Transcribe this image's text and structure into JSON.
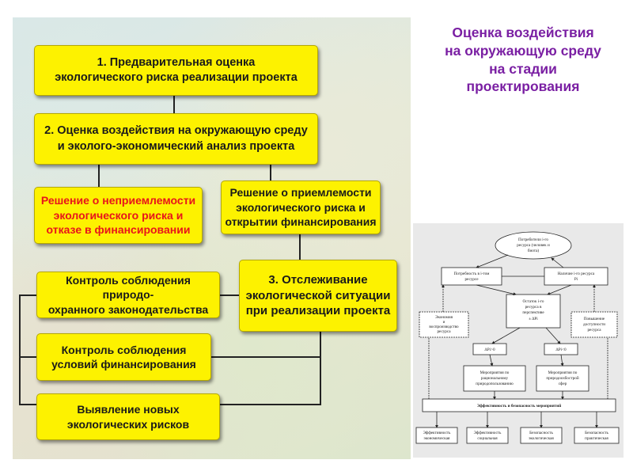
{
  "slide": {
    "title_lines": [
      "Оценка воздействия",
      "на окружающую среду",
      "на стадии",
      "проектирования"
    ]
  },
  "flow": {
    "step1": [
      "1. Предварительная оценка",
      "экологического риска реализации проекта"
    ],
    "step2": [
      "2. Оценка воздействия на окружающую среду",
      "и эколого-экономический анализ проекта"
    ],
    "reject": [
      "Решение о неприемлемости",
      "экологического риска и",
      "отказе в финансировании"
    ],
    "accept": [
      "Решение о приемлемости",
      "экологического риска и",
      "открытии финансирования"
    ],
    "step3": [
      "3. Отслеживание",
      "экологической ситуации",
      "при реализации проекта"
    ],
    "control_env": [
      "Контроль соблюдения природо-",
      "охранного законодательства"
    ],
    "control_fin": [
      "Контроль соблюдения",
      "условий финансирования"
    ],
    "new_risks": [
      "Выявление новых",
      "экологических рисков"
    ]
  },
  "scheme": {
    "consumers": [
      "Потребители i-го",
      "ресурса (человек и",
      "биота)"
    ],
    "need": [
      "Потребность в i-том",
      "ресурсе"
    ],
    "avail": [
      "Наличие i-го ресурса",
      "Pi"
    ],
    "remain": [
      "Остаток i-го",
      "ресурса в",
      "перспективе",
      "± ΔPi"
    ],
    "economy": [
      "Экономия",
      "и",
      "воспроизводство",
      "ресурса"
    ],
    "increase": [
      "Повышение",
      "доступности",
      "ресурса"
    ],
    "gt0": "ΔPi>0",
    "lt0": "ΔPi<0",
    "measures_rational": [
      "Мероприятия по",
      "рациональному",
      "природопользованию"
    ],
    "measures_protect": [
      "Мероприятия по",
      "природоохбострой",
      "сфер"
    ],
    "efficiency": "Эффективность и безопасность мероприятий",
    "results": [
      [
        "Эффективность",
        "экономическая"
      ],
      [
        "Эффективность",
        "социальная"
      ],
      [
        "Безопасность",
        "экологическая"
      ],
      [
        "Безопасность",
        "практическая"
      ]
    ]
  }
}
